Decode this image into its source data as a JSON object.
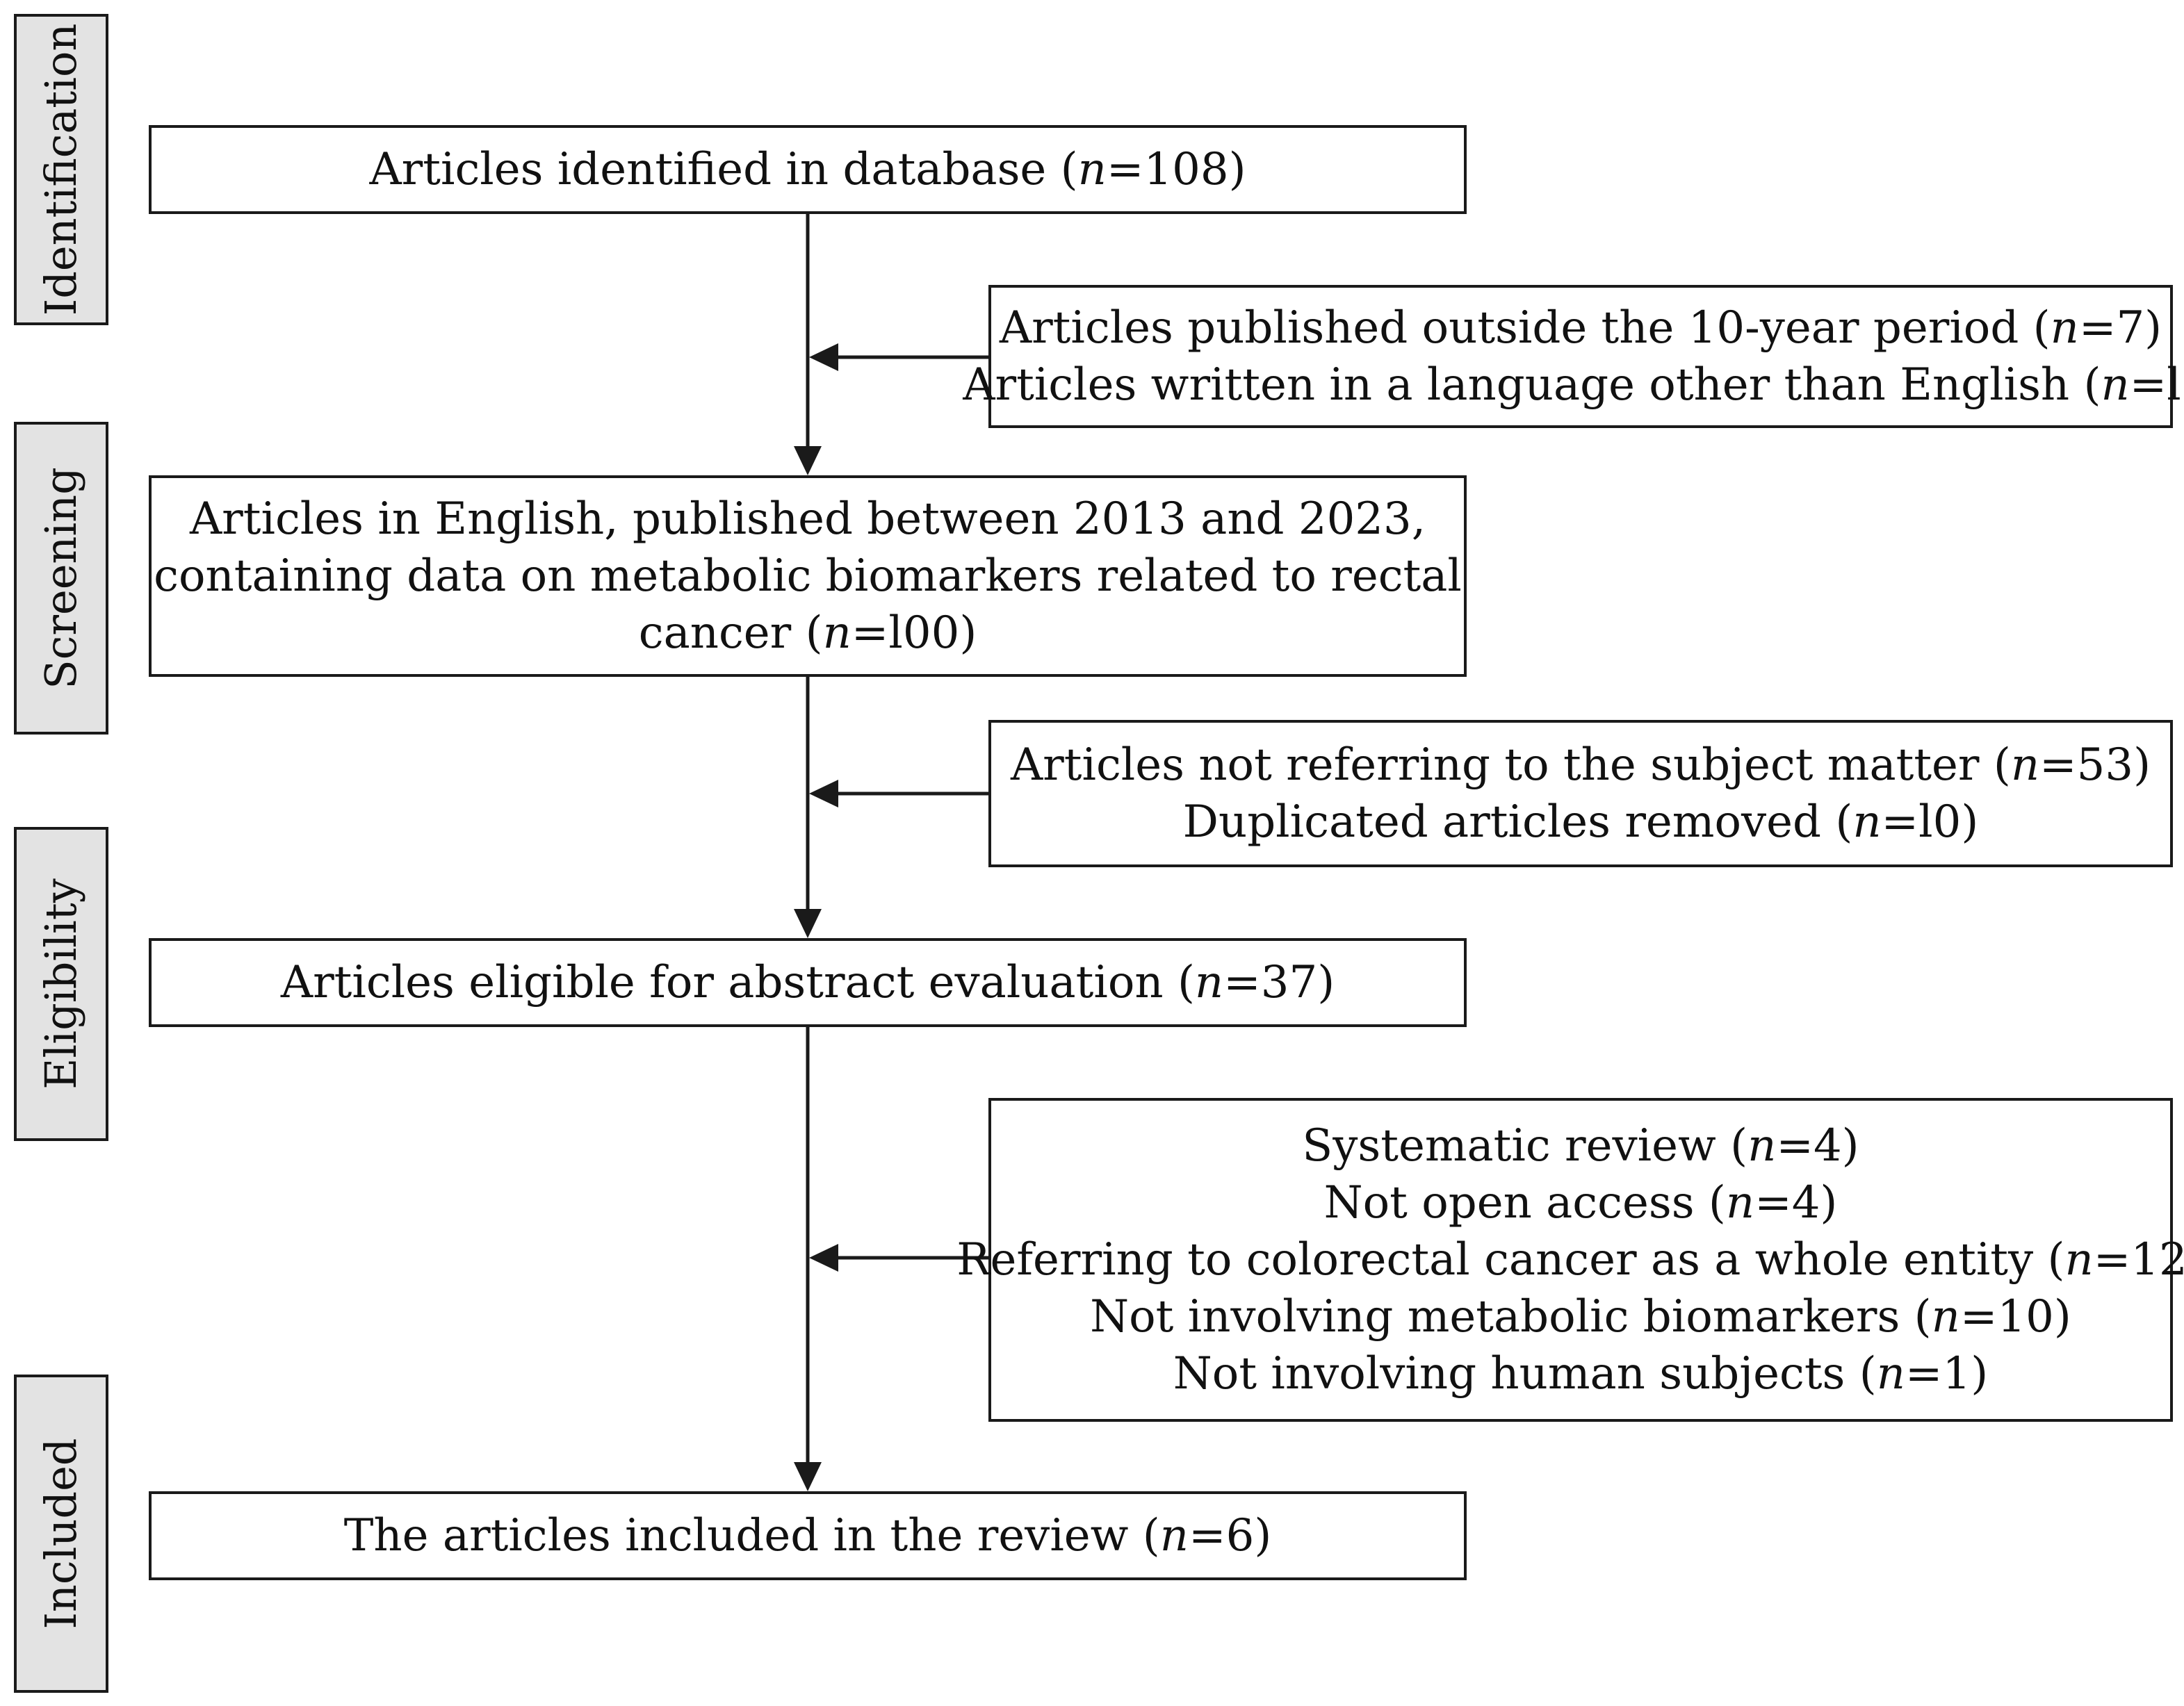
{
  "phases": {
    "identification": "Identification",
    "screening": "Screening",
    "eligibility": "Eligibility",
    "included": "Included"
  },
  "boxes": {
    "identified": [
      {
        "text": "Articles  identified in database (",
        "n": "=108)"
      }
    ],
    "excluded_1": [
      {
        "text": "Articles published outside the 10-year period (",
        "n": "=7)"
      },
      {
        "text": "Articles written in a language other than English (",
        "n": "=l)"
      }
    ],
    "screened": [
      {
        "text": "Articles in English, published between 2013 and 2023,"
      },
      {
        "text": "containing data on metabolic biomarkers related to rectal"
      },
      {
        "text": "cancer (",
        "n": "=l00)"
      }
    ],
    "excluded_2": [
      {
        "text": "Articles not referring to the subject matter (",
        "n": "=53)"
      },
      {
        "text": "Duplicated articles removed (",
        "n": "=l0)"
      }
    ],
    "eligible": [
      {
        "text": "Articles eligible for abstract evaluation (",
        "n": "=37)"
      }
    ],
    "excluded_3": [
      {
        "text": "Systematic review (",
        "n": "=4)"
      },
      {
        "text": "Not open access (",
        "n": "=4)"
      },
      {
        "text": "Referring to colorectal cancer as a whole entity (",
        "n": "=12)"
      },
      {
        "text": "Not involving metabolic biomarkers (",
        "n": "=10)"
      },
      {
        "text": "Not involving human subjects (",
        "n": "=1)"
      }
    ],
    "included": [
      {
        "text": "The articles included in the review (",
        "n": "=6)"
      }
    ]
  },
  "n_symbol": "n"
}
